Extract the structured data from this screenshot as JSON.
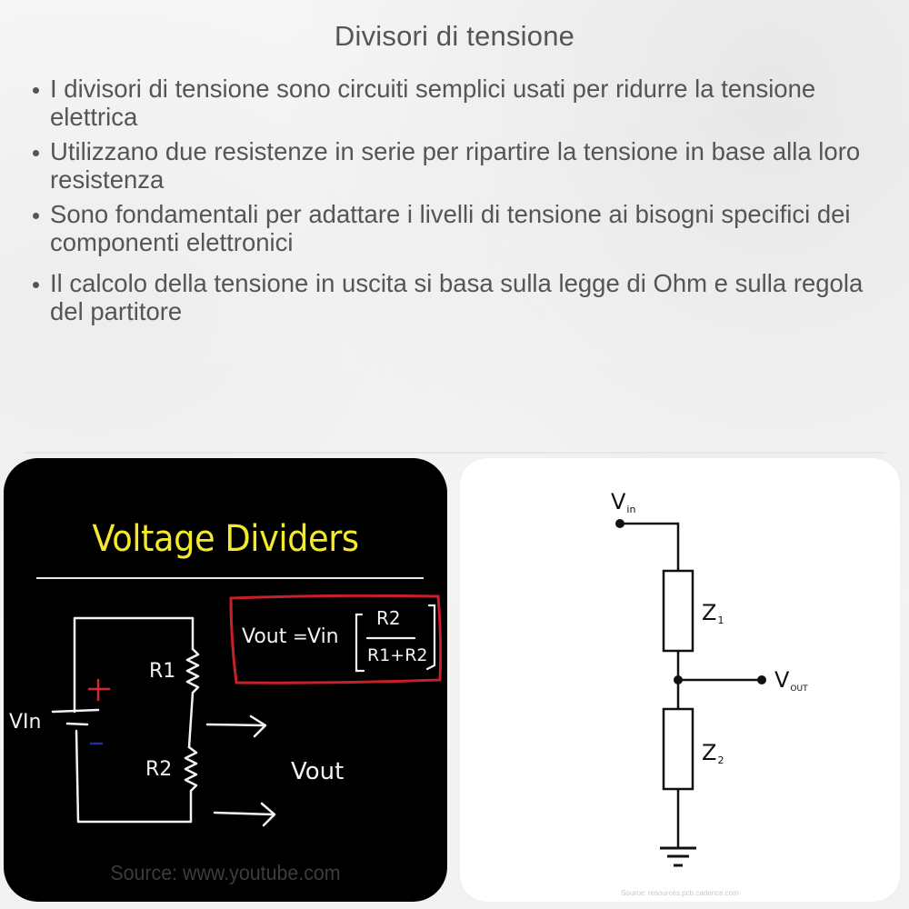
{
  "page": {
    "title": "Divisori di tensione"
  },
  "bullets": [
    {
      "text": "I divisori di tensione sono circuiti semplici usati per ridurre la tensione elettrica"
    },
    {
      "text": "Utilizzano due resistenze in serie per ripartire la tensione in base alla loro resistenza"
    },
    {
      "text": "Sono fondamentali per adattare i livelli di tensione ai bisogni specifici dei componenti elettronici"
    },
    {
      "text": "Il calcolo della tensione in uscita si basa sulla legge di Ohm e sulla regola del partitore"
    }
  ],
  "images": {
    "left": {
      "heading": "Voltage Dividers",
      "formula": {
        "lhs": "Vout",
        "eq": "=",
        "vin": "Vin",
        "numerator": "R2",
        "denominator": "R1+R2"
      },
      "labels": {
        "vin": "VIn",
        "plus": "+",
        "minus": "-",
        "r1": "R1",
        "r2": "R2",
        "vout": "Vout"
      },
      "source": "Source: www.youtube.com",
      "colors": {
        "background": "#000000",
        "heading": "#f4ea2a",
        "formula_box": "#c8202a",
        "plus": "#d9262e",
        "minus": "#2a2a9a",
        "chalk": "#f2f2f2"
      }
    },
    "right": {
      "labels": {
        "vin_main": "V",
        "vin_sub": "in",
        "z1_main": "Z",
        "z1_sub": "1",
        "z2_main": "Z",
        "z2_sub": "2",
        "vout_main": "V",
        "vout_sub": "OUT"
      },
      "source": "Source: resources.pcb.cadence.com"
    }
  }
}
